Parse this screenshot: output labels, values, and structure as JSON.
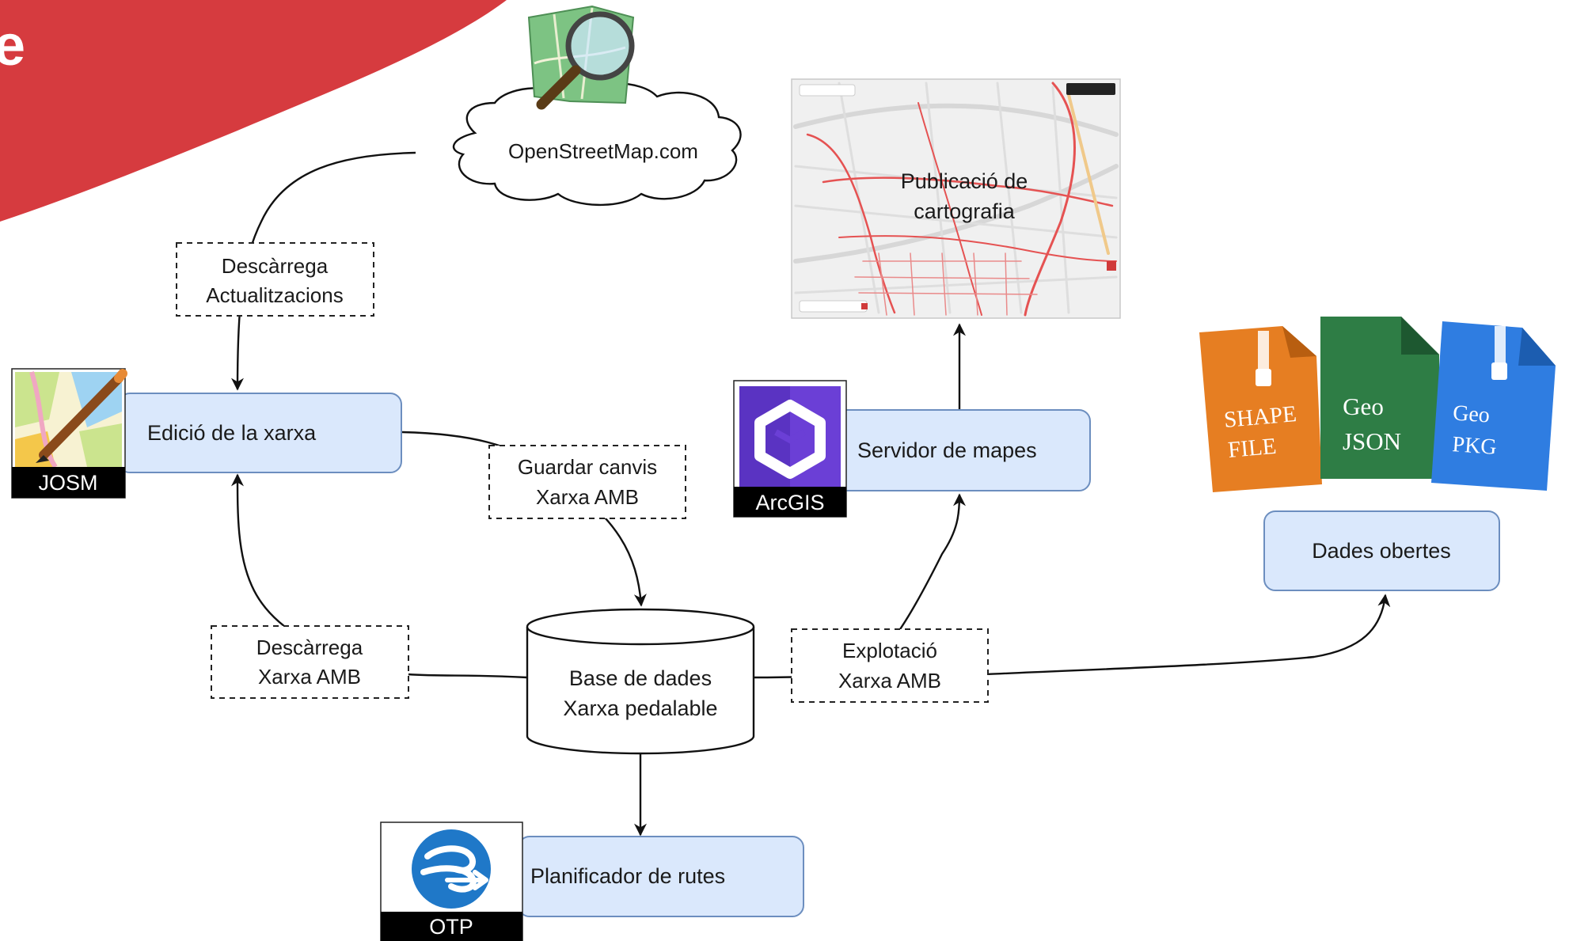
{
  "corner_letter": "e",
  "colors": {
    "corner_banner": "#d63b3f",
    "process_fill": "#dae8fc",
    "process_stroke": "#6c8ebf",
    "connector": "#111111",
    "label_border": "#222222",
    "shapefile_orange": "#e67e22",
    "geojson_green": "#2e7d45",
    "geopkg_blue": "#2f7de1",
    "arcgis_purple": "#6b3fd6",
    "otp_blue": "#1f78c8"
  },
  "nodes": {
    "openstreetmap": {
      "label": "OpenStreetMap.com",
      "icon": "magnifier-map-icon"
    },
    "edicio": {
      "label": "Edició de la xarxa",
      "logo": "JOSM"
    },
    "servidor": {
      "label": "Servidor de mapes",
      "logo": "ArcGIS"
    },
    "publicacio": {
      "line1": "Publicació de",
      "line2": "cartografia"
    },
    "base_dades": {
      "line1": "Base de dades",
      "line2": "Xarxa pedalable"
    },
    "planificador": {
      "label": "Planificador de rutes",
      "logo": "OTP"
    },
    "dades_obertes": {
      "label": "Dades obertes"
    }
  },
  "edge_labels": {
    "descarrega_actualitzacions": {
      "line1": "Descàrrega",
      "line2": "Actualitzacions"
    },
    "guardar_canvis": {
      "line1": "Guardar canvis",
      "line2": "Xarxa AMB"
    },
    "descarrega_xarxa": {
      "line1": "Descàrrega",
      "line2": "Xarxa AMB"
    },
    "explotacio": {
      "line1": "Explotació",
      "line2": "Xarxa AMB"
    }
  },
  "file_formats": {
    "shapefile": {
      "line1": "SHAPE",
      "line2": "FILE"
    },
    "geojson": {
      "line1": "Geo",
      "line2": "JSON"
    },
    "geopkg": {
      "line1": "Geo",
      "line2": "PKG"
    }
  }
}
